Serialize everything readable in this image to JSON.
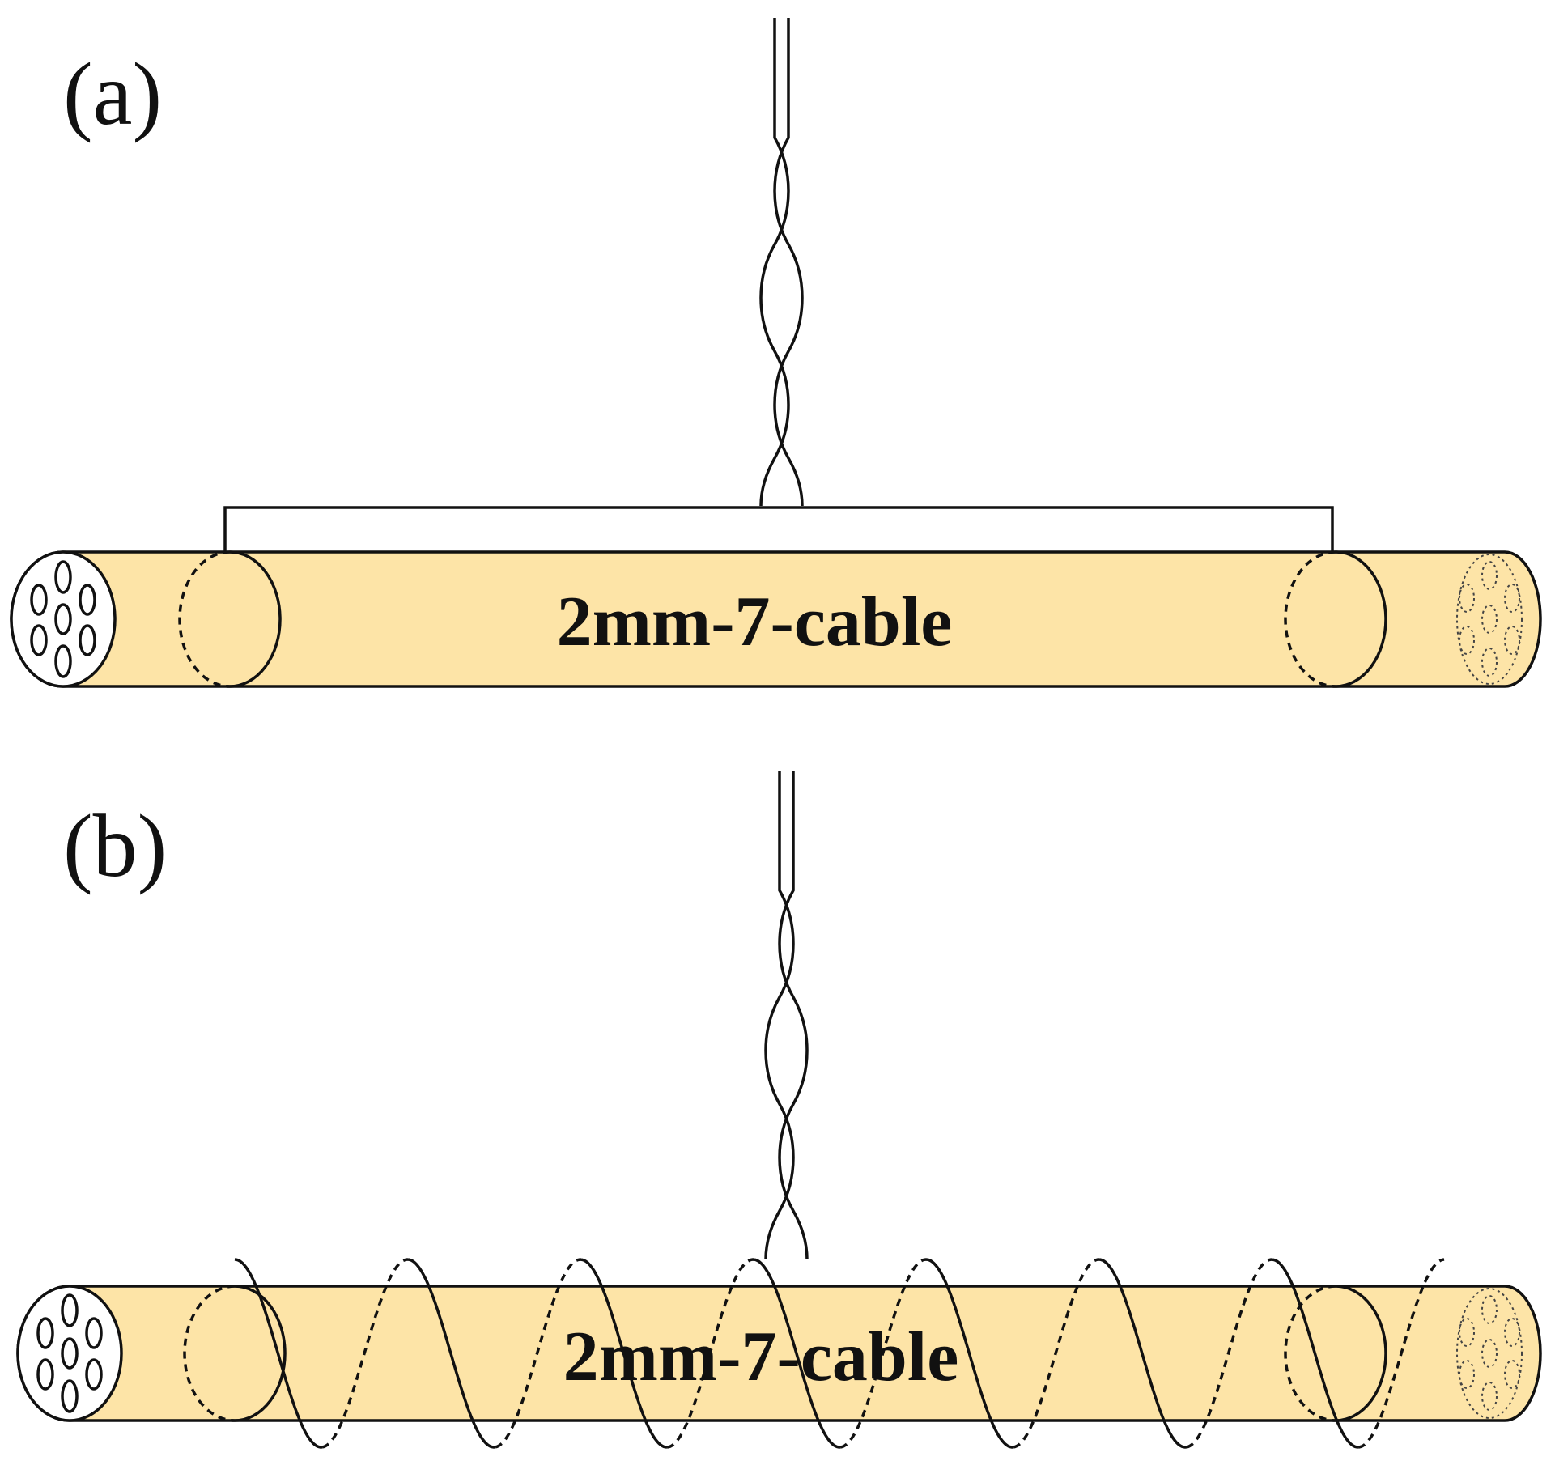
{
  "panels": [
    {
      "label": "(a)",
      "cable_label": "2mm-7-cable",
      "winding": "straight"
    },
    {
      "label": "(b)",
      "cable_label": "2mm-7-cable",
      "winding": "helical"
    }
  ],
  "colors": {
    "cable_fill": "#FDE4A7",
    "stroke": "#111111",
    "background": "#FFFFFF"
  }
}
